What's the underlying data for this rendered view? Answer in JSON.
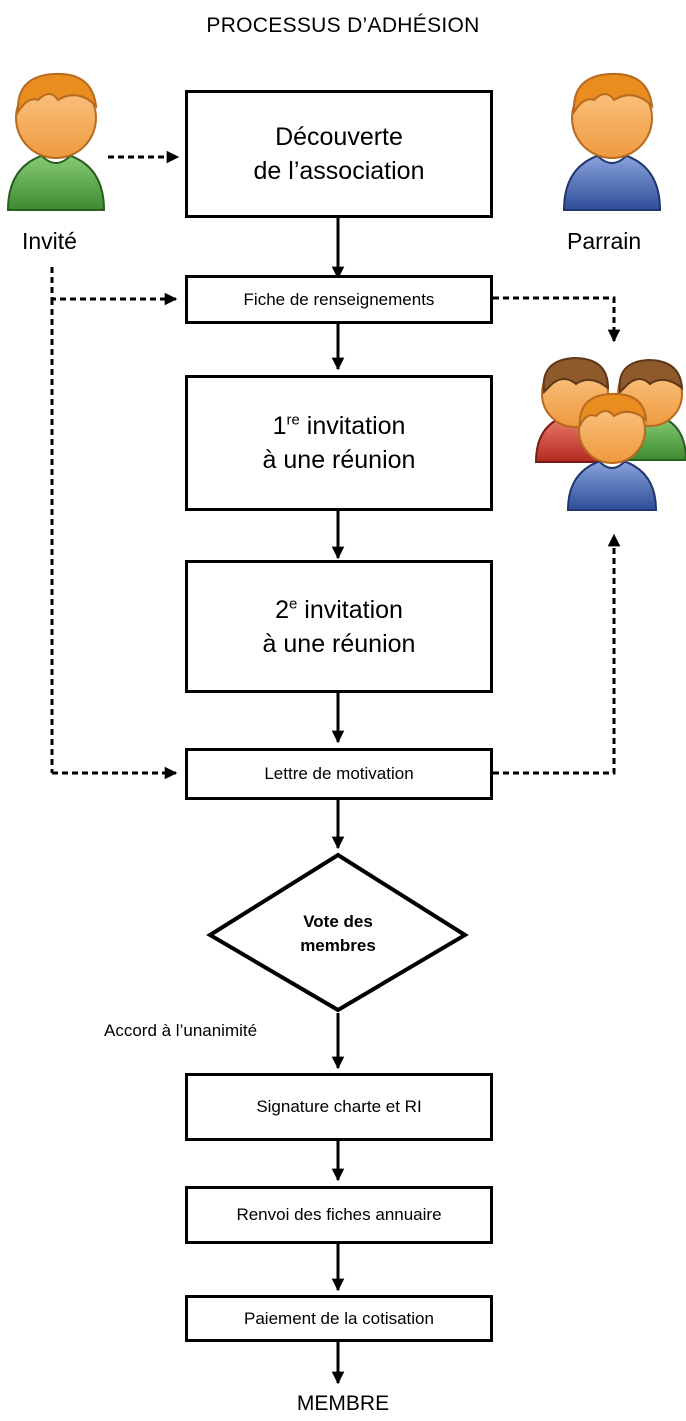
{
  "title": "PROCESSUS D’ADHÉSION",
  "actors": {
    "guest": "Invité",
    "sponsor": "Parrain",
    "members_icon": "group-of-members-icon"
  },
  "steps": {
    "discovery": [
      "Découverte",
      "de l’association"
    ],
    "info_sheet": "Fiche de renseignements",
    "invite1": {
      "num": "1",
      "sup": "re",
      "rest": " invitation",
      "line2": "à une réunion"
    },
    "invite2": {
      "num": "2",
      "sup": "e",
      "rest": " invitation",
      "line2": "à une réunion"
    },
    "motivation": "Lettre de motivation",
    "vote": [
      "Vote des",
      "membres"
    ],
    "agreement": "Accord à l’unanimité",
    "charter": "Signature charte et RI",
    "directory": "Renvoi des fiches annuaire",
    "payment": "Paiement de la cotisation"
  },
  "result": "MEMBRE",
  "colors": {
    "skin": "#F6A84E",
    "hair": "#E88D1E",
    "green_shirt": "#4C9A3A",
    "blue_shirt": "#3D5FA8",
    "red_shirt": "#C4332B",
    "brown_hair": "#8E5A2B"
  }
}
